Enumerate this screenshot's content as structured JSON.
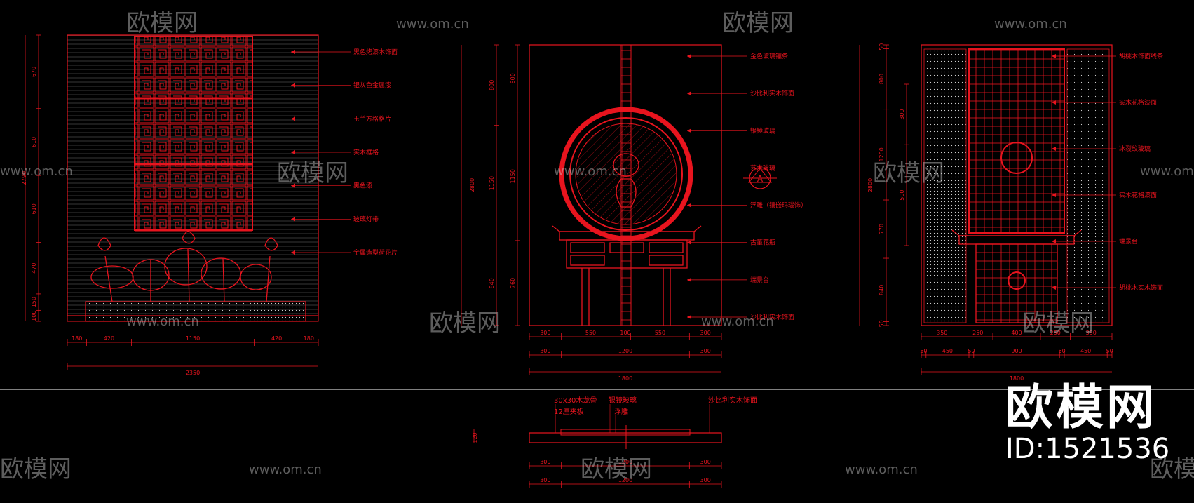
{
  "palette": {
    "line": "#e8141e",
    "bg": "#000000",
    "watermark": "#cfcfcf",
    "text": "#ffffff"
  },
  "watermark": {
    "brand": "欧模网",
    "url": "www.om.cn"
  },
  "brand": {
    "name": "欧模网",
    "id": "ID:1521536"
  },
  "elevations": [
    {
      "id": "A",
      "height_dims": [
        "670",
        "610",
        "610",
        "470",
        "150",
        "100"
      ],
      "total_height": "2790",
      "width_dims": [
        "180",
        "420",
        "1150",
        "420",
        "180"
      ],
      "total_width": "2350",
      "callouts": [
        "黑色烤漆木饰面",
        "银灰色金属漆",
        "玉兰方格格片",
        "实木框格",
        "黑色漆",
        "玻璃灯带",
        "金属造型荷花片"
      ]
    },
    {
      "id": "B",
      "height_dims_outer": [
        "800",
        "1150",
        "840"
      ],
      "height_dims_inner": [
        "600",
        "1150",
        "760"
      ],
      "total_height": "2800",
      "width_dims_row1": [
        "300",
        "550",
        "100",
        "550",
        "300"
      ],
      "width_dims_row2": [
        "300",
        "1200",
        "300"
      ],
      "total_width": "1800",
      "callouts": [
        "金色玻璃镶条",
        "沙比利实木饰面",
        "银镜玻璃",
        "艺术玻璃",
        "浮雕（镶嵌玛瑙饰）",
        "古董花瓶",
        "端景台",
        "沙比利实木饰面"
      ],
      "section_marker": "A"
    },
    {
      "id": "C",
      "height_dims_outer": [
        "50",
        "800",
        "1200",
        "770",
        "840",
        "50"
      ],
      "height_dims_inner": [
        "300",
        "500"
      ],
      "total_height": "2800",
      "width_dims_row1": [
        "350",
        "250",
        "400",
        "250",
        "350"
      ],
      "width_dims_row2": [
        "50",
        "450",
        "50",
        "900",
        "50",
        "450",
        "50"
      ],
      "total_width": "1800",
      "callouts": [
        "胡桃木饰面线条",
        "实木花格漆面",
        "冰裂纹玻璃",
        "实木花格漆面",
        "端景台",
        "胡桃木实木饰面"
      ]
    }
  ],
  "section": {
    "labels": [
      "30x30木龙骨",
      "12厘夹板",
      "银镜玻璃",
      "浮雕",
      "沙比利实木饰面"
    ],
    "height_dim": "120",
    "width_dims_row1": [
      "300",
      "1200",
      "300"
    ],
    "width_dims_row2": [
      "300",
      "1200",
      "300"
    ]
  }
}
